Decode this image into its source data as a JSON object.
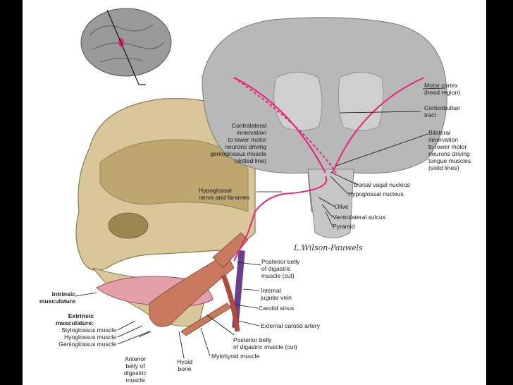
{
  "labels": {
    "motor_cortex": "Motor cortex\n(head region)",
    "corticobulbar": "Corticobulbar\ntract",
    "bilateral": "Bilateral\ninnervation\nto lower motor\nneurons driving\ntongue muscles\n(solid lines)",
    "contralateral": "Contralateral\ninnervation\nto lower motor\nneurons driving\ngenioglossus muscle\n(dotted line)",
    "dorsal_vagal": "Dorsal vagal nucleus",
    "hypoglossal_nucleus": "Hypoglossal nucleus",
    "hypoglossal_nerve": "Hypoglossal\nnerve and foramen",
    "olive": "Olive",
    "ventrolateral": "Ventrolateral sulcus",
    "pyramid": "Pyramid",
    "posterior_belly_cut": "Posterior belly\nof digastric\nmuscle (cut)",
    "internal_jugular": "Internal\njugular vein",
    "carotid_sinus": "Carotid sinus",
    "external_carotid": "External carotid artery",
    "posterior_belly_cut2": "Posterior belly\nof digastric muscle (cut)",
    "mylohyoid": "Mylohyoid muscle",
    "hyoid": "Hyoid\nbone",
    "anterior_belly": "Anterior\nbelly of\ndigastric\nmuscle",
    "intrinsic": "Intrinsic\nmusculature",
    "extrinsic": "Extrinsic\nmusculature:",
    "styloglossus": "Styloglossus muscle",
    "hyoglossus": "Hyoglossus muscle",
    "genioglossus": "Genioglossus muscle"
  },
  "signature": "L.Wilson-Pauwels",
  "colors": {
    "pathway": "#e6247d",
    "bone": "#d9c79a",
    "brain": "#b8b8b8",
    "muscle": "#c97a5e",
    "vein": "#6a3e8c"
  }
}
